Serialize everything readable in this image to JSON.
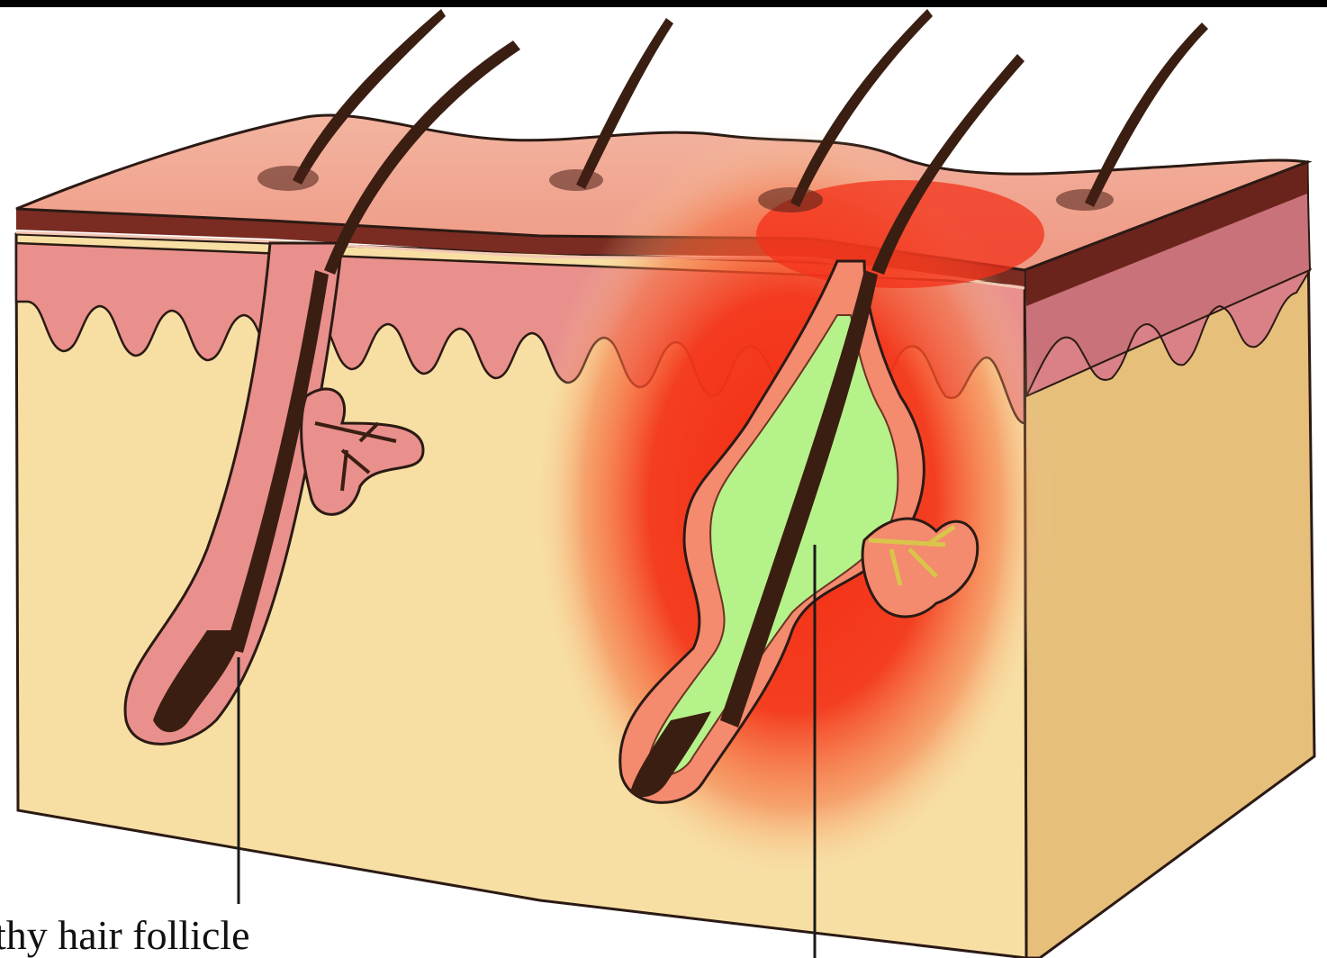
{
  "labels": {
    "healthy_follicle": "thy hair follicle"
  },
  "colors": {
    "epidermis_top": "#f0a28f",
    "stratum_band": "#7a2c22",
    "dermis_pink": "#e9908c",
    "subcutis_tan": "#f7dfa4",
    "side_face_tan": "#e6bf7b",
    "hair_brown": "#3b1e12",
    "inflammation_red": "#f52b16",
    "pus_green": "#b6f28a",
    "outline": "#2b1a14"
  },
  "icons": {
    "healthy": "healthy-hair-follicle",
    "infected": "infected-hair-follicle"
  }
}
